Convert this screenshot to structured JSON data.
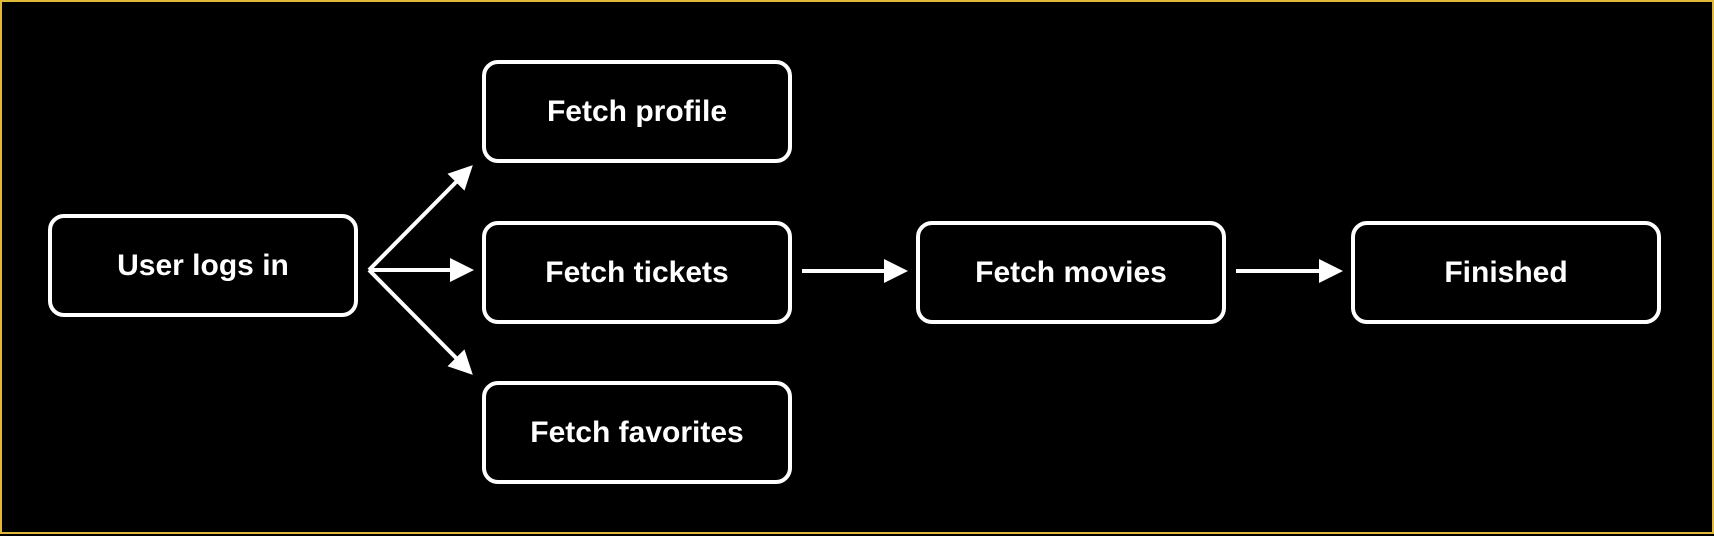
{
  "colors": {
    "background": "#000000",
    "frame_border": "#e0b83a",
    "stroke": "#ffffff",
    "text": "#ffffff"
  },
  "nodes": {
    "login": "User logs in",
    "profile": "Fetch profile",
    "tickets": "Fetch tickets",
    "favorites": "Fetch favorites",
    "movies": "Fetch movies",
    "finished": "Finished"
  },
  "edges": [
    {
      "from": "login",
      "to": "profile"
    },
    {
      "from": "login",
      "to": "tickets"
    },
    {
      "from": "login",
      "to": "favorites"
    },
    {
      "from": "tickets",
      "to": "movies"
    },
    {
      "from": "movies",
      "to": "finished"
    }
  ]
}
